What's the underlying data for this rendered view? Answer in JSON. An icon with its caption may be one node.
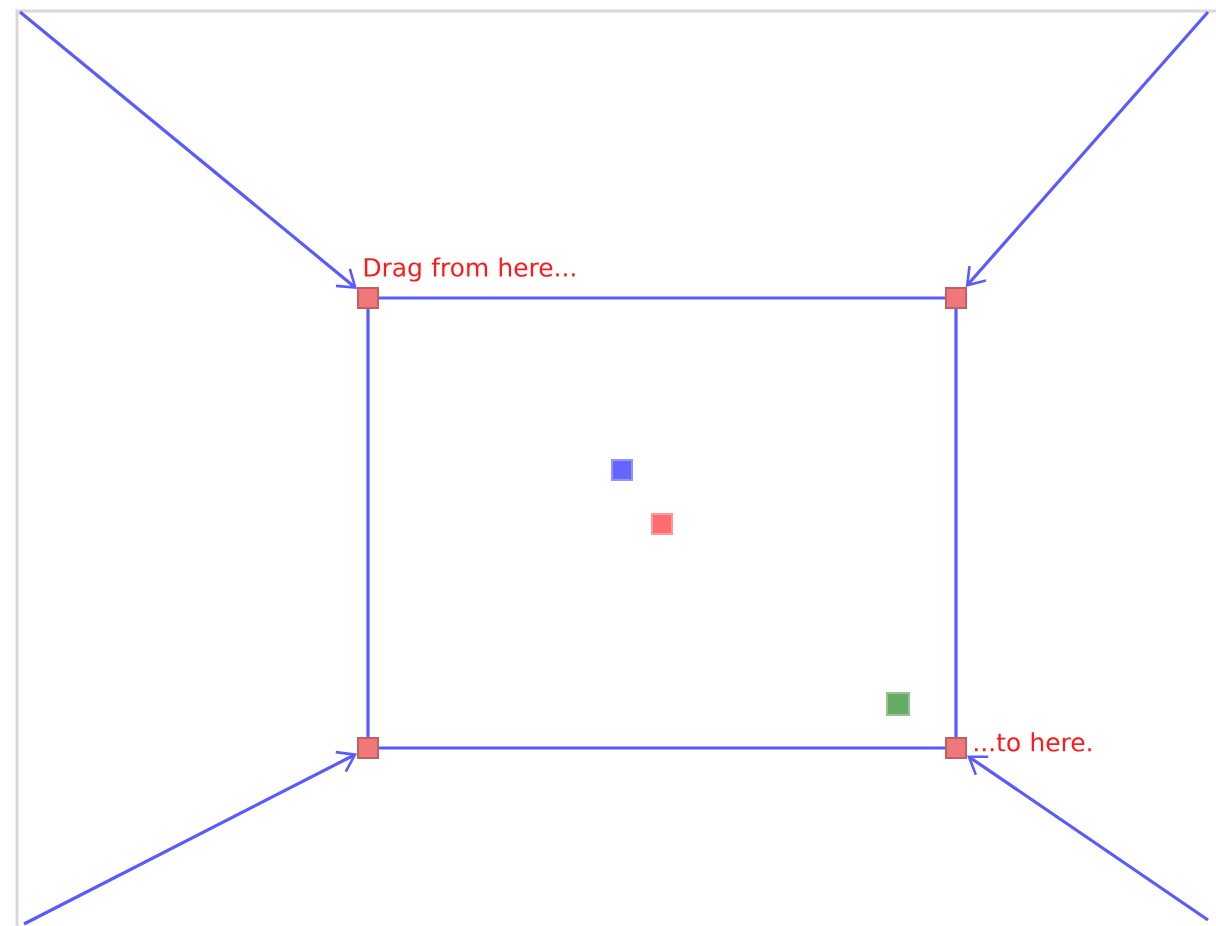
{
  "diagram": {
    "nodes": [
      {
        "text": [],
        "shape": "box",
        "beside": [
          "Drag from here..."
        ]
      },
      {
        "text": [],
        "shape": "box"
      },
      {
        "text": [],
        "shape": "box"
      },
      {
        "text": [],
        "shape": "box",
        "beside": [
          "...to here."
        ]
      },
      {
        "text": [],
        "shape": "box"
      },
      {
        "text": [],
        "shape": "box"
      },
      {
        "text": [],
        "shape": "box"
      }
    ],
    "edges": [
      {
        "from": 0,
        "to": 1,
        "arrow": "none"
      },
      {
        "from": 1,
        "to": 3,
        "arrow": "none"
      },
      {
        "from": 3,
        "to": 2,
        "arrow": "none"
      },
      {
        "from": 2,
        "to": 0,
        "arrow": "none"
      },
      {
        "from": null,
        "to": 0,
        "arrow": "to"
      },
      {
        "from": null,
        "to": 1,
        "arrow": "to"
      },
      {
        "from": null,
        "to": 2,
        "arrow": "to"
      },
      {
        "from": null,
        "to": 3,
        "arrow": "to"
      }
    ]
  }
}
